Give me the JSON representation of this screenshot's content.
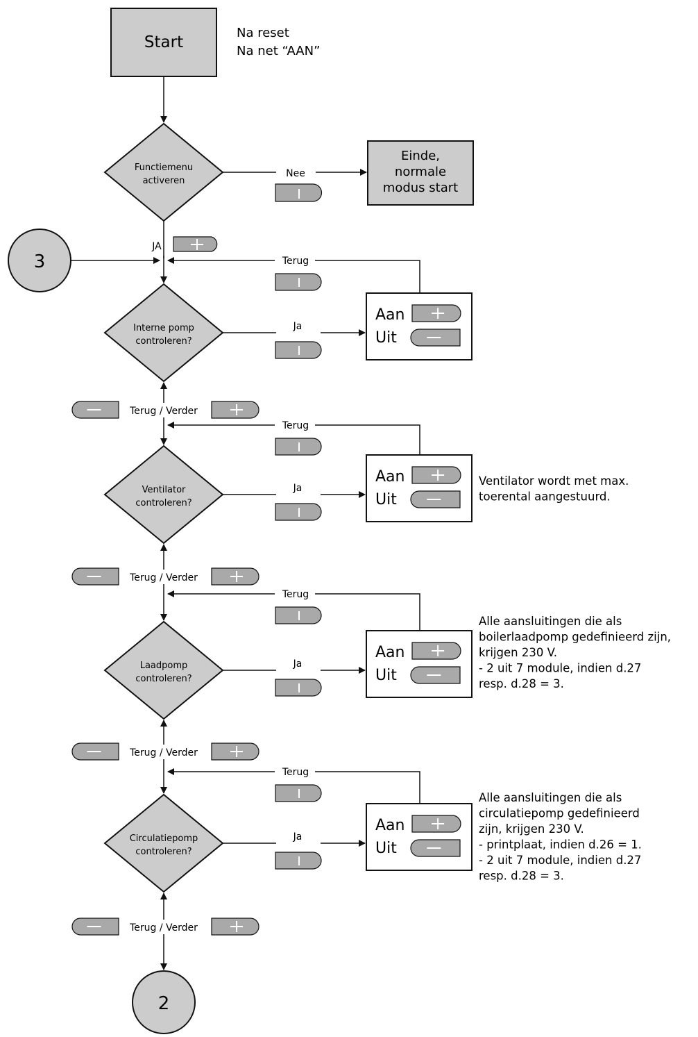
{
  "start": {
    "label": "Start",
    "notes": [
      "Na reset",
      "Na net “AAN”"
    ]
  },
  "functiemenu": {
    "question": [
      "Functiemenu",
      "activeren"
    ],
    "no_label": "Nee",
    "yes_label": "JA",
    "end_box": [
      "Einde,",
      "normale",
      "modus start"
    ]
  },
  "connector_in": "3",
  "connector_out": "2",
  "steps": [
    {
      "question": [
        "Interne pomp",
        "controleren?"
      ],
      "yes_label": "Ja",
      "back_label": "Terug",
      "on_label": "Aan",
      "off_label": "Uit",
      "nav_label": "Terug / Verder",
      "note": []
    },
    {
      "question": [
        "Ventilator",
        "controleren?"
      ],
      "yes_label": "Ja",
      "back_label": "Terug",
      "on_label": "Aan",
      "off_label": "Uit",
      "nav_label": "Terug / Verder",
      "note": [
        "Ventilator wordt met max.",
        "toerental aangestuurd."
      ]
    },
    {
      "question": [
        "Laadpomp",
        "controleren?"
      ],
      "yes_label": "Ja",
      "back_label": "Terug",
      "on_label": "Aan",
      "off_label": "Uit",
      "nav_label": "Terug / Verder",
      "note": [
        "Alle aansluitingen die als",
        "boilerlaadpomp gedefinieerd zijn,",
        "krijgen 230 V.",
        "- 2 uit 7 module, indien d.27",
        "resp. d.28 = 3."
      ]
    },
    {
      "question": [
        "Circulatiepomp",
        "controleren?"
      ],
      "yes_label": "Ja",
      "back_label": "Terug",
      "on_label": "Aan",
      "off_label": "Uit",
      "nav_label": "Terug / Verder",
      "note": [
        "Alle aansluitingen die als",
        "circulatiepomp gedefinieerd",
        "zijn, krijgen 230 V.",
        "- printplaat, indien d.26 = 1.",
        "- 2 uit 7 module, indien d.27",
        "resp. d.28 = 3."
      ]
    }
  ],
  "icons": {
    "info_button": "info-icon",
    "plus_button": "plus-icon",
    "minus_button": "minus-icon"
  },
  "colors": {
    "box_fill": "#cccccc",
    "button_fill": "#a9a9a9",
    "line": "#111111"
  }
}
